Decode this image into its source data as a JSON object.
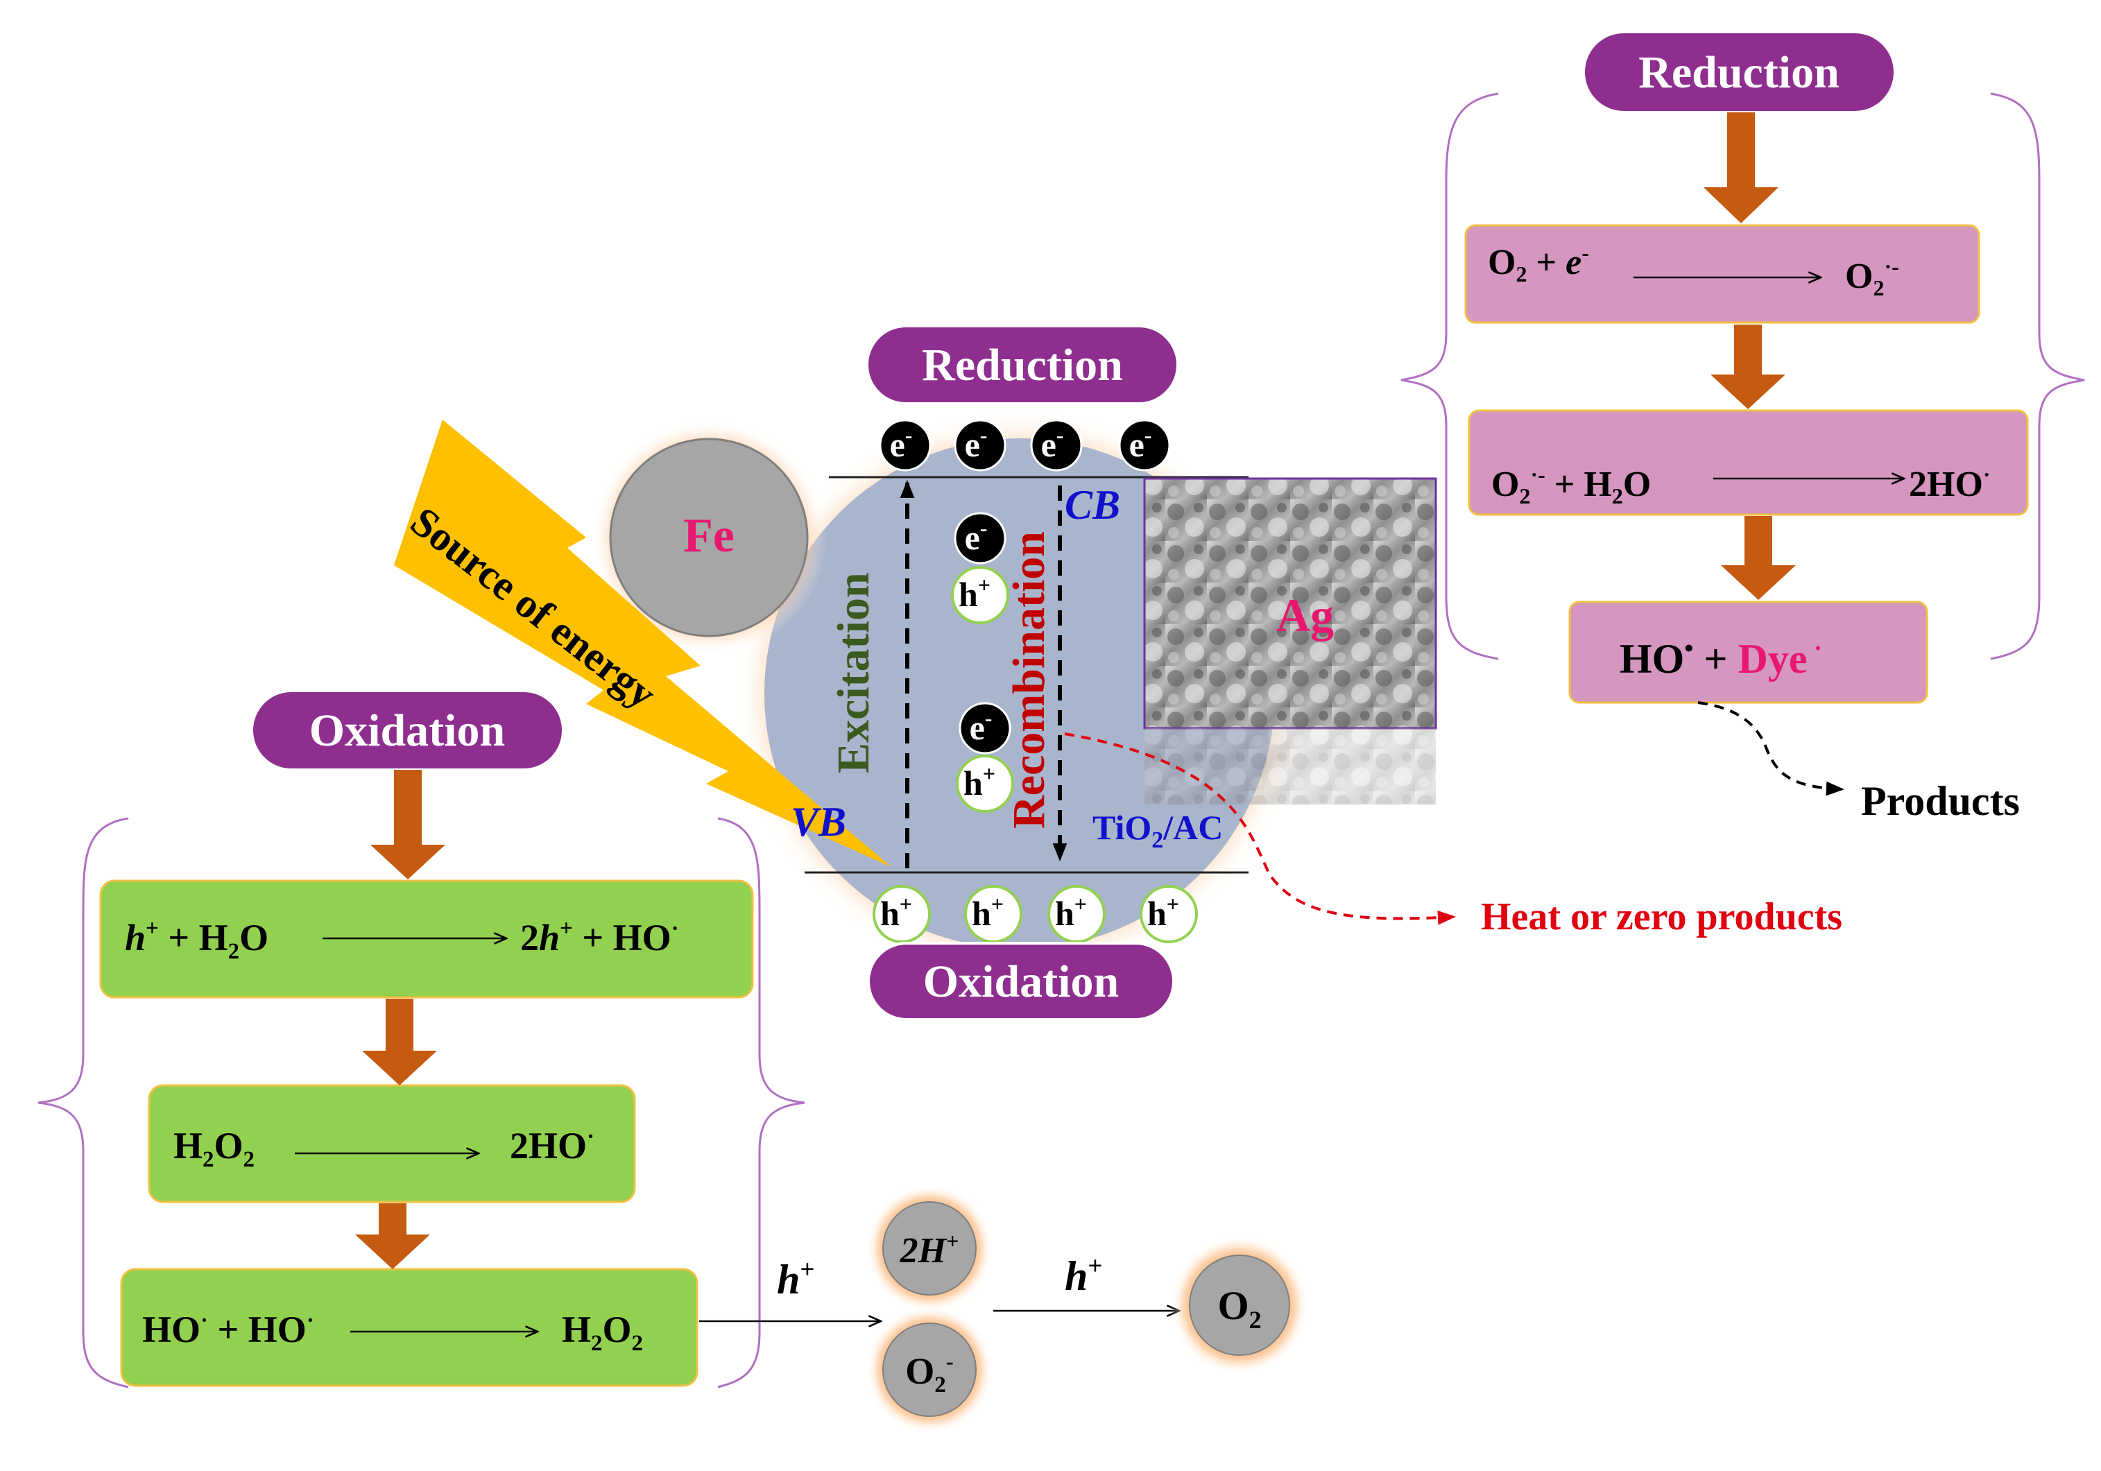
{
  "colors": {
    "pill": "#8e2e8e",
    "green_box": "#92d050",
    "pink_box": "#d596c0",
    "box_border": "#f0c040",
    "arrow": "#c55a11",
    "core": "#a9b5cc",
    "glow": "#f9a15a",
    "energy": "#ffc000",
    "magenta": "#e8176f",
    "red": "#e0000f",
    "blue": "#1111cc",
    "dark_green": "#3a5a20",
    "dark_red": "#c00000",
    "bracket": "#b070c0"
  },
  "center": {
    "reduction_label": "Reduction",
    "oxidation_label": "Oxidation",
    "fe_label": "Fe",
    "ag_label": "Ag",
    "cb_label": "CB",
    "vb_label": "VB",
    "excitation_label": "Excitation",
    "recombination_label": "Recombination",
    "support_label_main": "TiO",
    "support_label_sub": "2",
    "support_label_tail": "/AC",
    "energy_label": "Source of energy",
    "heat_label": "Heat or zero products",
    "electron": "e",
    "electron_sup": "-",
    "hole": "h",
    "hole_sup": "+"
  },
  "left": {
    "title": "Oxidation",
    "eq1": {
      "lhs": [
        {
          "t": "h",
          "i": true
        },
        {
          "t": "+",
          "sup": true
        },
        {
          "t": " + H"
        },
        {
          "t": "2",
          "sub": true
        },
        {
          "t": "O"
        }
      ],
      "rhs": [
        {
          "t": "2"
        },
        {
          "t": "h",
          "i": true
        },
        {
          "t": "+",
          "sup": true
        },
        {
          "t": " + HO"
        },
        {
          "t": "·",
          "sup": true
        }
      ]
    },
    "eq2": {
      "lhs": [
        {
          "t": "H"
        },
        {
          "t": "2",
          "sub": true
        },
        {
          "t": "O"
        },
        {
          "t": "2",
          "sub": true
        }
      ],
      "rhs": [
        {
          "t": "2HO"
        },
        {
          "t": "·",
          "sup": true
        }
      ]
    },
    "eq3": {
      "lhs": [
        {
          "t": "HO"
        },
        {
          "t": "·",
          "sup": true
        },
        {
          "t": " + HO"
        },
        {
          "t": "·",
          "sup": true
        }
      ],
      "rhs": [
        {
          "t": "H"
        },
        {
          "t": "2",
          "sub": true
        },
        {
          "t": "O"
        },
        {
          "t": "2",
          "sub": true
        }
      ]
    }
  },
  "right": {
    "title": "Reduction",
    "eq1": {
      "lhs": [
        {
          "t": "O"
        },
        {
          "t": "2",
          "sub": true
        },
        {
          "t": " + "
        },
        {
          "t": "e",
          "i": true
        },
        {
          "t": "-",
          "sup": true
        }
      ],
      "rhs": [
        {
          "t": "O"
        },
        {
          "t": "2",
          "sub": true
        },
        {
          "t": "·-",
          "sup": true
        }
      ]
    },
    "eq2": {
      "lhs": [
        {
          "t": "O"
        },
        {
          "t": "2",
          "sub": true
        },
        {
          "t": "·-",
          "sup": true
        },
        {
          "t": "  +  H"
        },
        {
          "t": "2",
          "sub": true
        },
        {
          "t": "O"
        }
      ],
      "rhs": [
        {
          "t": "2HO"
        },
        {
          "t": "·",
          "sup": true
        }
      ]
    },
    "eq3": [
      {
        "t": "HO"
      },
      {
        "t": "•",
        "sup": true
      },
      {
        "t": " + "
      },
      {
        "t": "Dye",
        "mag": true
      },
      {
        "t": " ·",
        "sup": true,
        "mag": true
      }
    ],
    "products": "Products"
  },
  "bottom": {
    "h_label_1": [
      {
        "t": "h",
        "i": true
      },
      {
        "t": "+",
        "sup": true
      }
    ],
    "h_label_2": [
      {
        "t": "h",
        "i": true
      },
      {
        "t": "+",
        "sup": true
      }
    ],
    "circle_2h": [
      {
        "t": "2",
        "i": true
      },
      {
        "t": "H",
        "i": true
      },
      {
        "t": "+",
        "sup": true
      }
    ],
    "circle_o2minus": [
      {
        "t": "O"
      },
      {
        "t": "2",
        "sub": true
      },
      {
        "t": "-",
        "sup": true
      }
    ],
    "circle_o2": [
      {
        "t": "O"
      },
      {
        "t": "2",
        "sub": true
      }
    ]
  }
}
